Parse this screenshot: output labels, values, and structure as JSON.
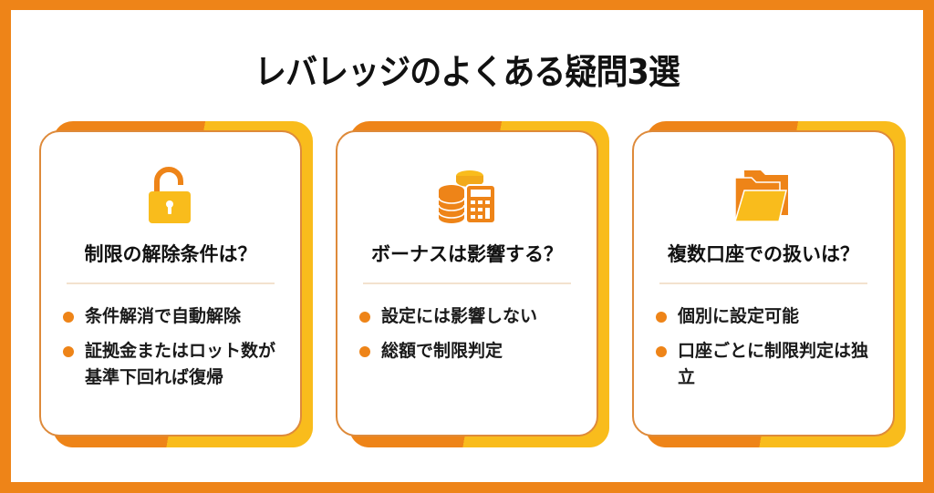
{
  "title": "レバレッジのよくある疑問3選",
  "colors": {
    "frame": "#EE8418",
    "accent_orange": "#EE8418",
    "accent_yellow": "#F9BC1C",
    "card_border": "#DE8A3A",
    "bullet": "#EE8418"
  },
  "cards": [
    {
      "icon": "unlock-icon",
      "heading": "制限の解除条件は？",
      "bullets": [
        "条件解消で自動解除",
        "証拠金またはロット数が基準下回れば復帰"
      ]
    },
    {
      "icon": "coins-calculator-icon",
      "heading": "ボーナスは影響する？",
      "bullets": [
        "設定には影響しない",
        "総額で制限判定"
      ]
    },
    {
      "icon": "folders-icon",
      "heading": "複数口座での扱いは？",
      "bullets": [
        "個別に設定可能",
        "口座ごとに制限判定は独立"
      ]
    }
  ]
}
